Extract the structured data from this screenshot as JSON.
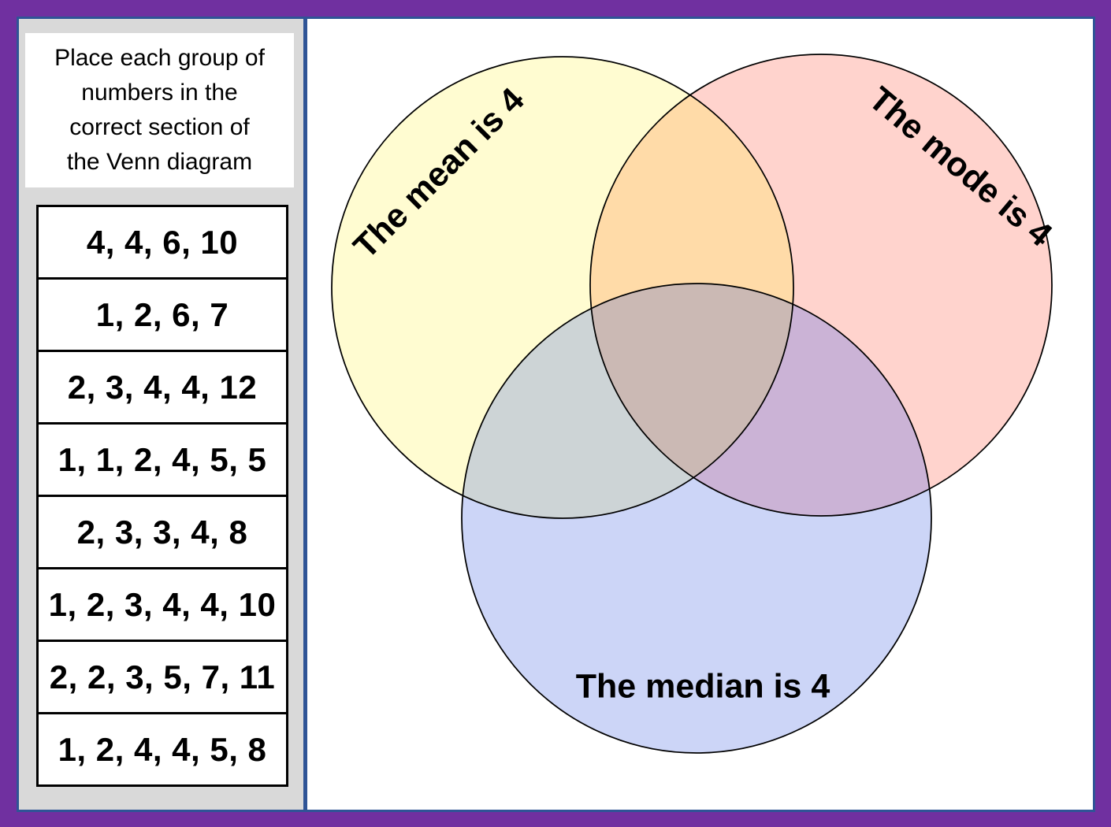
{
  "theme": {
    "outer_border_color": "#7030A0",
    "inner_border_color": "#2F5496",
    "sidebar_bg": "#D9D9D9",
    "card_bg": "#FFFFFF",
    "text_color": "#000000"
  },
  "sidebar": {
    "instruction": "Place each group of\nnumbers in the\ncorrect section of\nthe Venn diagram",
    "number_groups": [
      "4, 4, 6, 10",
      "1, 2, 6, 7",
      "2, 3, 4, 4, 12",
      "1, 1, 2, 4, 5, 5",
      "2, 3, 3, 4, 8",
      "1, 2, 3, 4, 4, 10",
      "2, 2, 3, 5, 7, 11",
      "1, 2, 4, 4, 5, 8"
    ]
  },
  "venn": {
    "outline_color": "#000000",
    "circles": {
      "mean": {
        "label": "The mean is 4",
        "fill": "#FFFCD1"
      },
      "mode": {
        "label": "The mode is 4",
        "fill": "#FFD3CD"
      },
      "median": {
        "label": "The median is 4",
        "fill": "#CCD5F7"
      }
    },
    "overlaps": {
      "mean_mode": {
        "fill": "#FFDBA8"
      },
      "mean_median": {
        "fill": "#CDD4D6"
      },
      "mode_median": {
        "fill": "#CBB3D6"
      },
      "center": {
        "fill": "#CBB9B4"
      }
    }
  }
}
